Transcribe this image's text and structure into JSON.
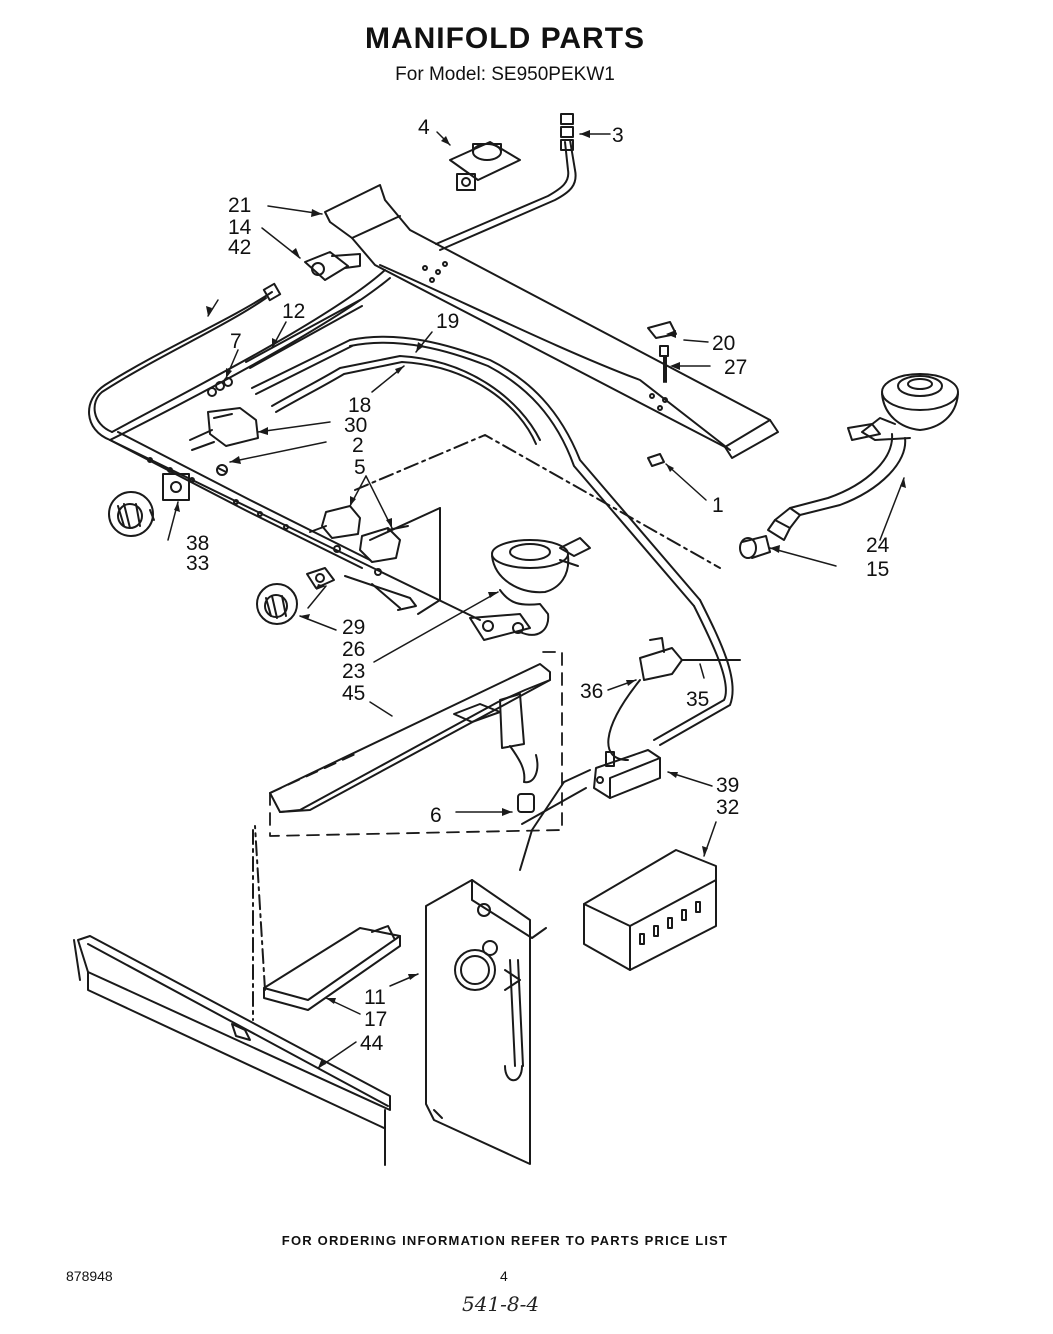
{
  "header": {
    "title": "MANIFOLD PARTS",
    "subtitle": "For Model: SE950PEKW1"
  },
  "callouts": {
    "c1": "1",
    "c2": "2",
    "c3": "3",
    "c4": "4",
    "c5": "5",
    "c6": "6",
    "c7": "7",
    "c11": "11",
    "c12": "12",
    "c14": "14",
    "c15": "15",
    "c17": "17",
    "c18": "18",
    "c19": "19",
    "c20": "20",
    "c21": "21",
    "c23": "23",
    "c24": "24",
    "c26": "26",
    "c27": "27",
    "c29": "29",
    "c30": "30",
    "c32": "32",
    "c33": "33",
    "c35": "35",
    "c36": "36",
    "c38": "38",
    "c39": "39",
    "c42": "42",
    "c44": "44",
    "c45": "45"
  },
  "footer": {
    "notice": "FOR ORDERING INFORMATION REFER TO PARTS PRICE LIST",
    "doc_number": "878948",
    "page_number": "4",
    "handwritten_note": "541-8-4"
  }
}
